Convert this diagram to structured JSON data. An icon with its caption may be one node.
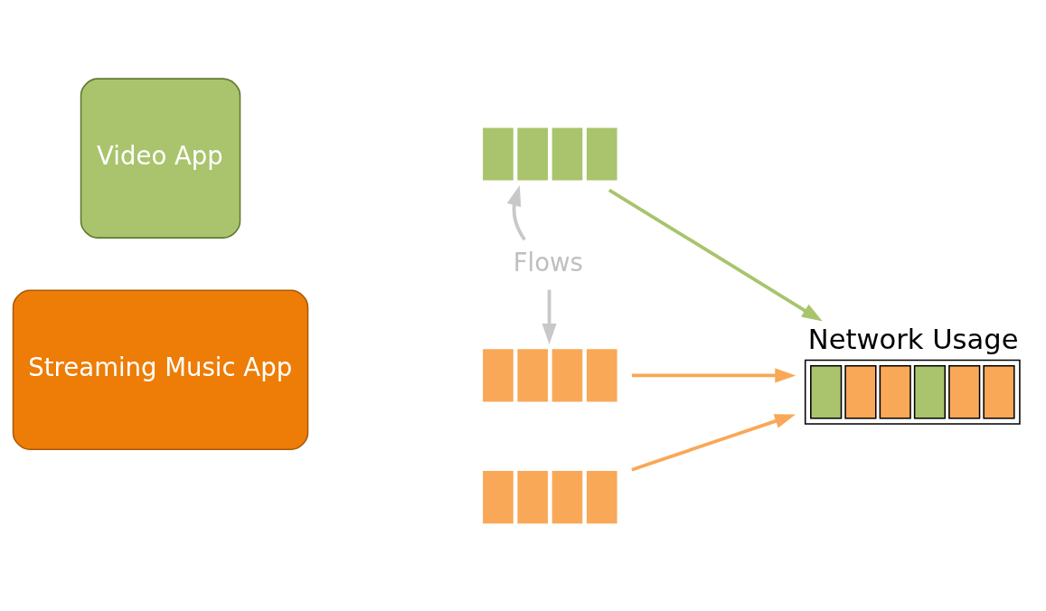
{
  "diagram": {
    "nodes": [
      {
        "text": [
          "Video App"
        ]
      },
      {
        "text": [
          "Streaming Music App"
        ]
      },
      {
        "text": [],
        "shape": "bar"
      },
      {
        "text": [],
        "shape": "bar"
      },
      {
        "text": [],
        "shape": "bar"
      },
      {
        "text": [
          "Network Usage"
        ]
      },
      {
        "text": [
          "Flows"
        ]
      }
    ],
    "edges": [
      {
        "from": 2,
        "to": 5,
        "arrow": "to",
        "color": "#a9c46c"
      },
      {
        "from": 3,
        "to": 5,
        "arrow": "to",
        "color": "#f9a857"
      },
      {
        "from": 4,
        "to": 5,
        "arrow": "to",
        "color": "#f9a857"
      },
      {
        "from": 6,
        "to": 2,
        "arrow": "to",
        "color": "#c8c8c8"
      },
      {
        "from": 6,
        "to": 3,
        "arrow": "to",
        "color": "#c8c8c8"
      }
    ]
  }
}
